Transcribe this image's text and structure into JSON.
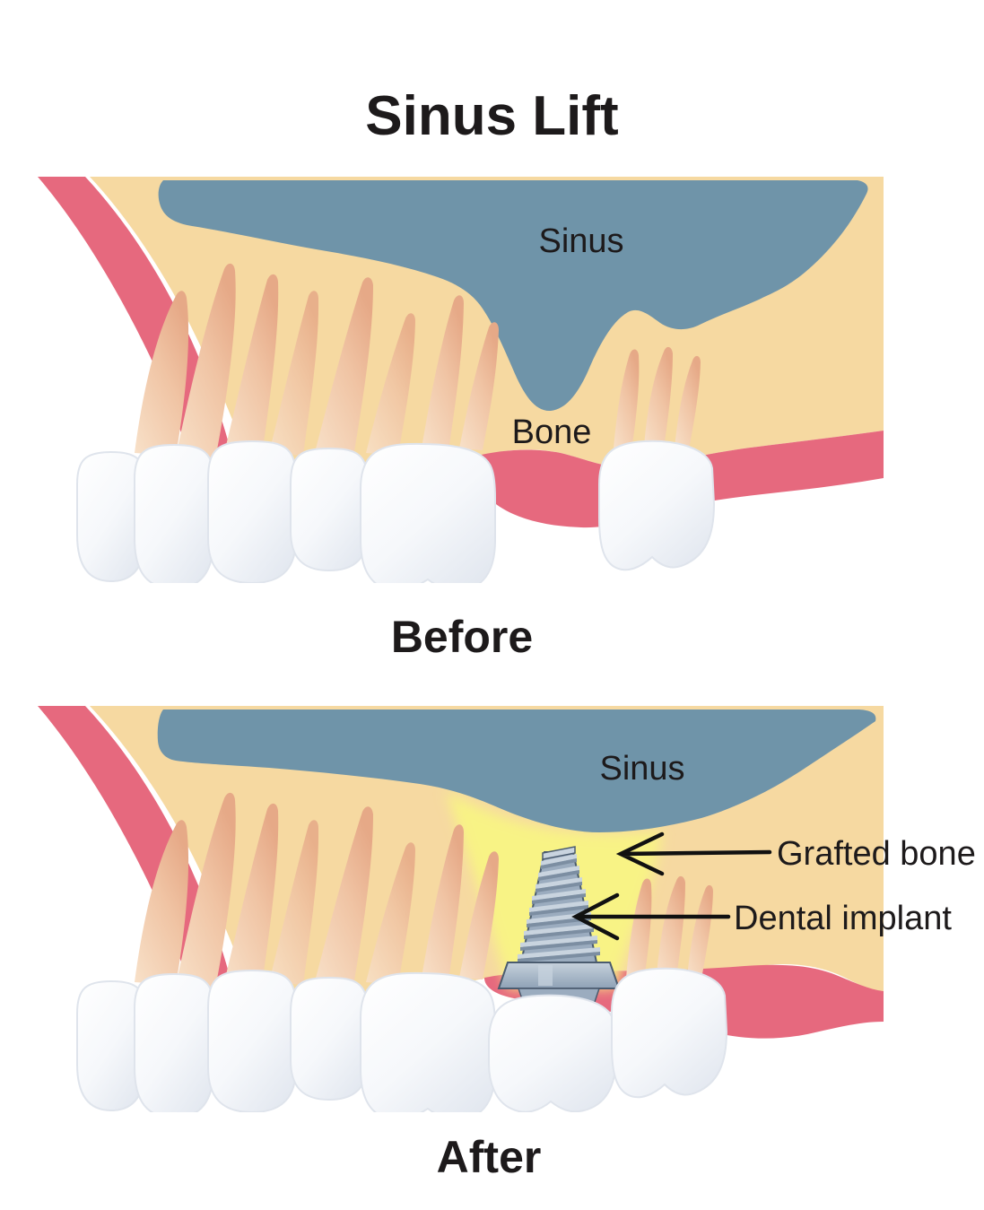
{
  "title": "Sinus Lift",
  "figures": {
    "before": {
      "caption": "Before",
      "labels": {
        "sinus": "Sinus",
        "bone": "Bone"
      }
    },
    "after": {
      "caption": "After",
      "labels": {
        "sinus": "Sinus",
        "grafted_bone": "Grafted bone",
        "dental_implant": "Dental implant"
      }
    }
  },
  "palette": {
    "background": "#FFFFFF",
    "bone": "#F6D9A1",
    "sinus": "#6F94A9",
    "gum": "#E6697E",
    "graft": "#F8F385",
    "tooth_shade": "#E6EAF2",
    "implant_light": "#C9D4DF",
    "implant_mid": "#9BACBF",
    "implant_dark": "#7C8EA2",
    "implant_outline": "#4A5B6F",
    "text": "#1D1A1B",
    "arrow": "#111111"
  }
}
